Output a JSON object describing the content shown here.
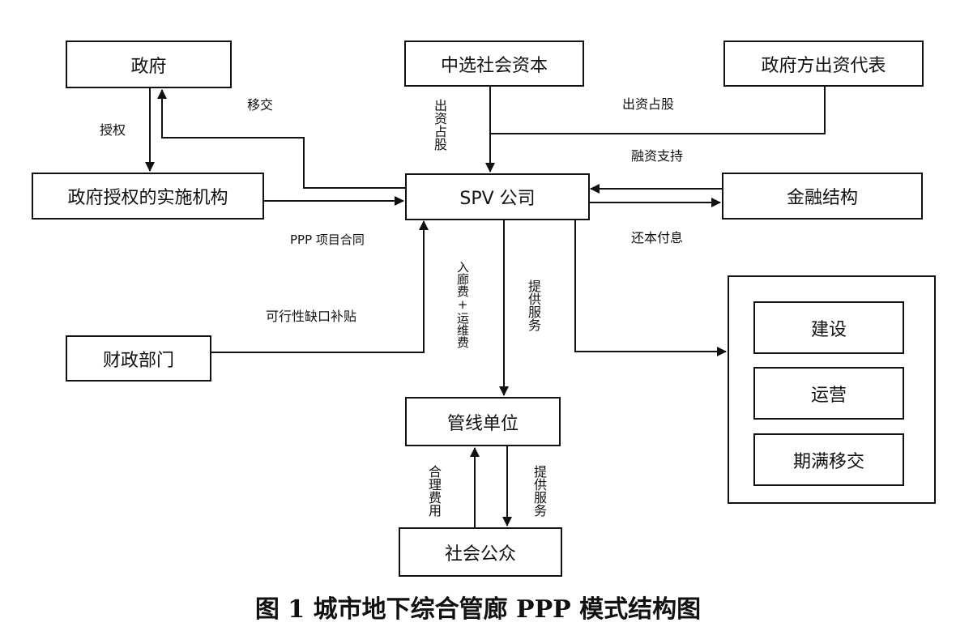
{
  "nodes": {
    "government": "政府",
    "selected_capital": "中选社会资本",
    "gov_investor": "政府方出资代表",
    "implementing_agency": "政府授权的实施机构",
    "spv": "SPV 公司",
    "finance": "金融结构",
    "finance_dept": "财政部门",
    "pipeline_unit": "管线单位",
    "public": "社会公众",
    "construction": "建设",
    "operation": "运营",
    "transfer": "期满移交"
  },
  "edge_labels": {
    "authorize": "授权",
    "handover": "移交",
    "equity_left": "出资占股",
    "equity_right": "出资占股",
    "financing_support": "融资支持",
    "ppp_contract": "PPP 项目合同",
    "repay": "还本付息",
    "viability_gap": "可行性缺口补贴",
    "entry_fee": "入廊费+运维费",
    "provide_service_spv": "提供服务",
    "reasonable_fee": "合理费用",
    "provide_service_public": "提供服务"
  },
  "caption": "图 1 城市地下综合管廊 PPP 模式结构图"
}
